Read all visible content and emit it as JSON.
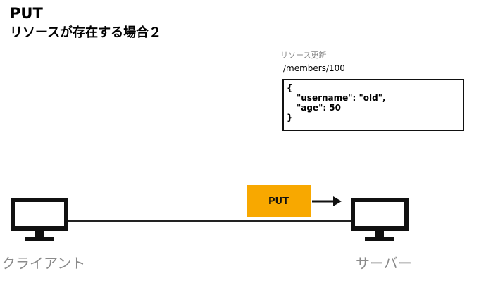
{
  "header": {
    "title": "PUT",
    "subtitle": "リソースが存在する場合２"
  },
  "resource": {
    "caption": "リソース更新",
    "path": "/members/100",
    "json_lines": [
      "{",
      "\"username\": \"old\",",
      "\"age\": 50",
      "}"
    ]
  },
  "request": {
    "method": "PUT"
  },
  "client": {
    "label": "クライアント",
    "icon": "desktop-monitor-icon"
  },
  "server": {
    "label": "サーバー",
    "icon": "desktop-monitor-icon"
  },
  "colors": {
    "request_box": "#f8a800",
    "label_gray": "#8a8a8a",
    "line": "#222222"
  }
}
